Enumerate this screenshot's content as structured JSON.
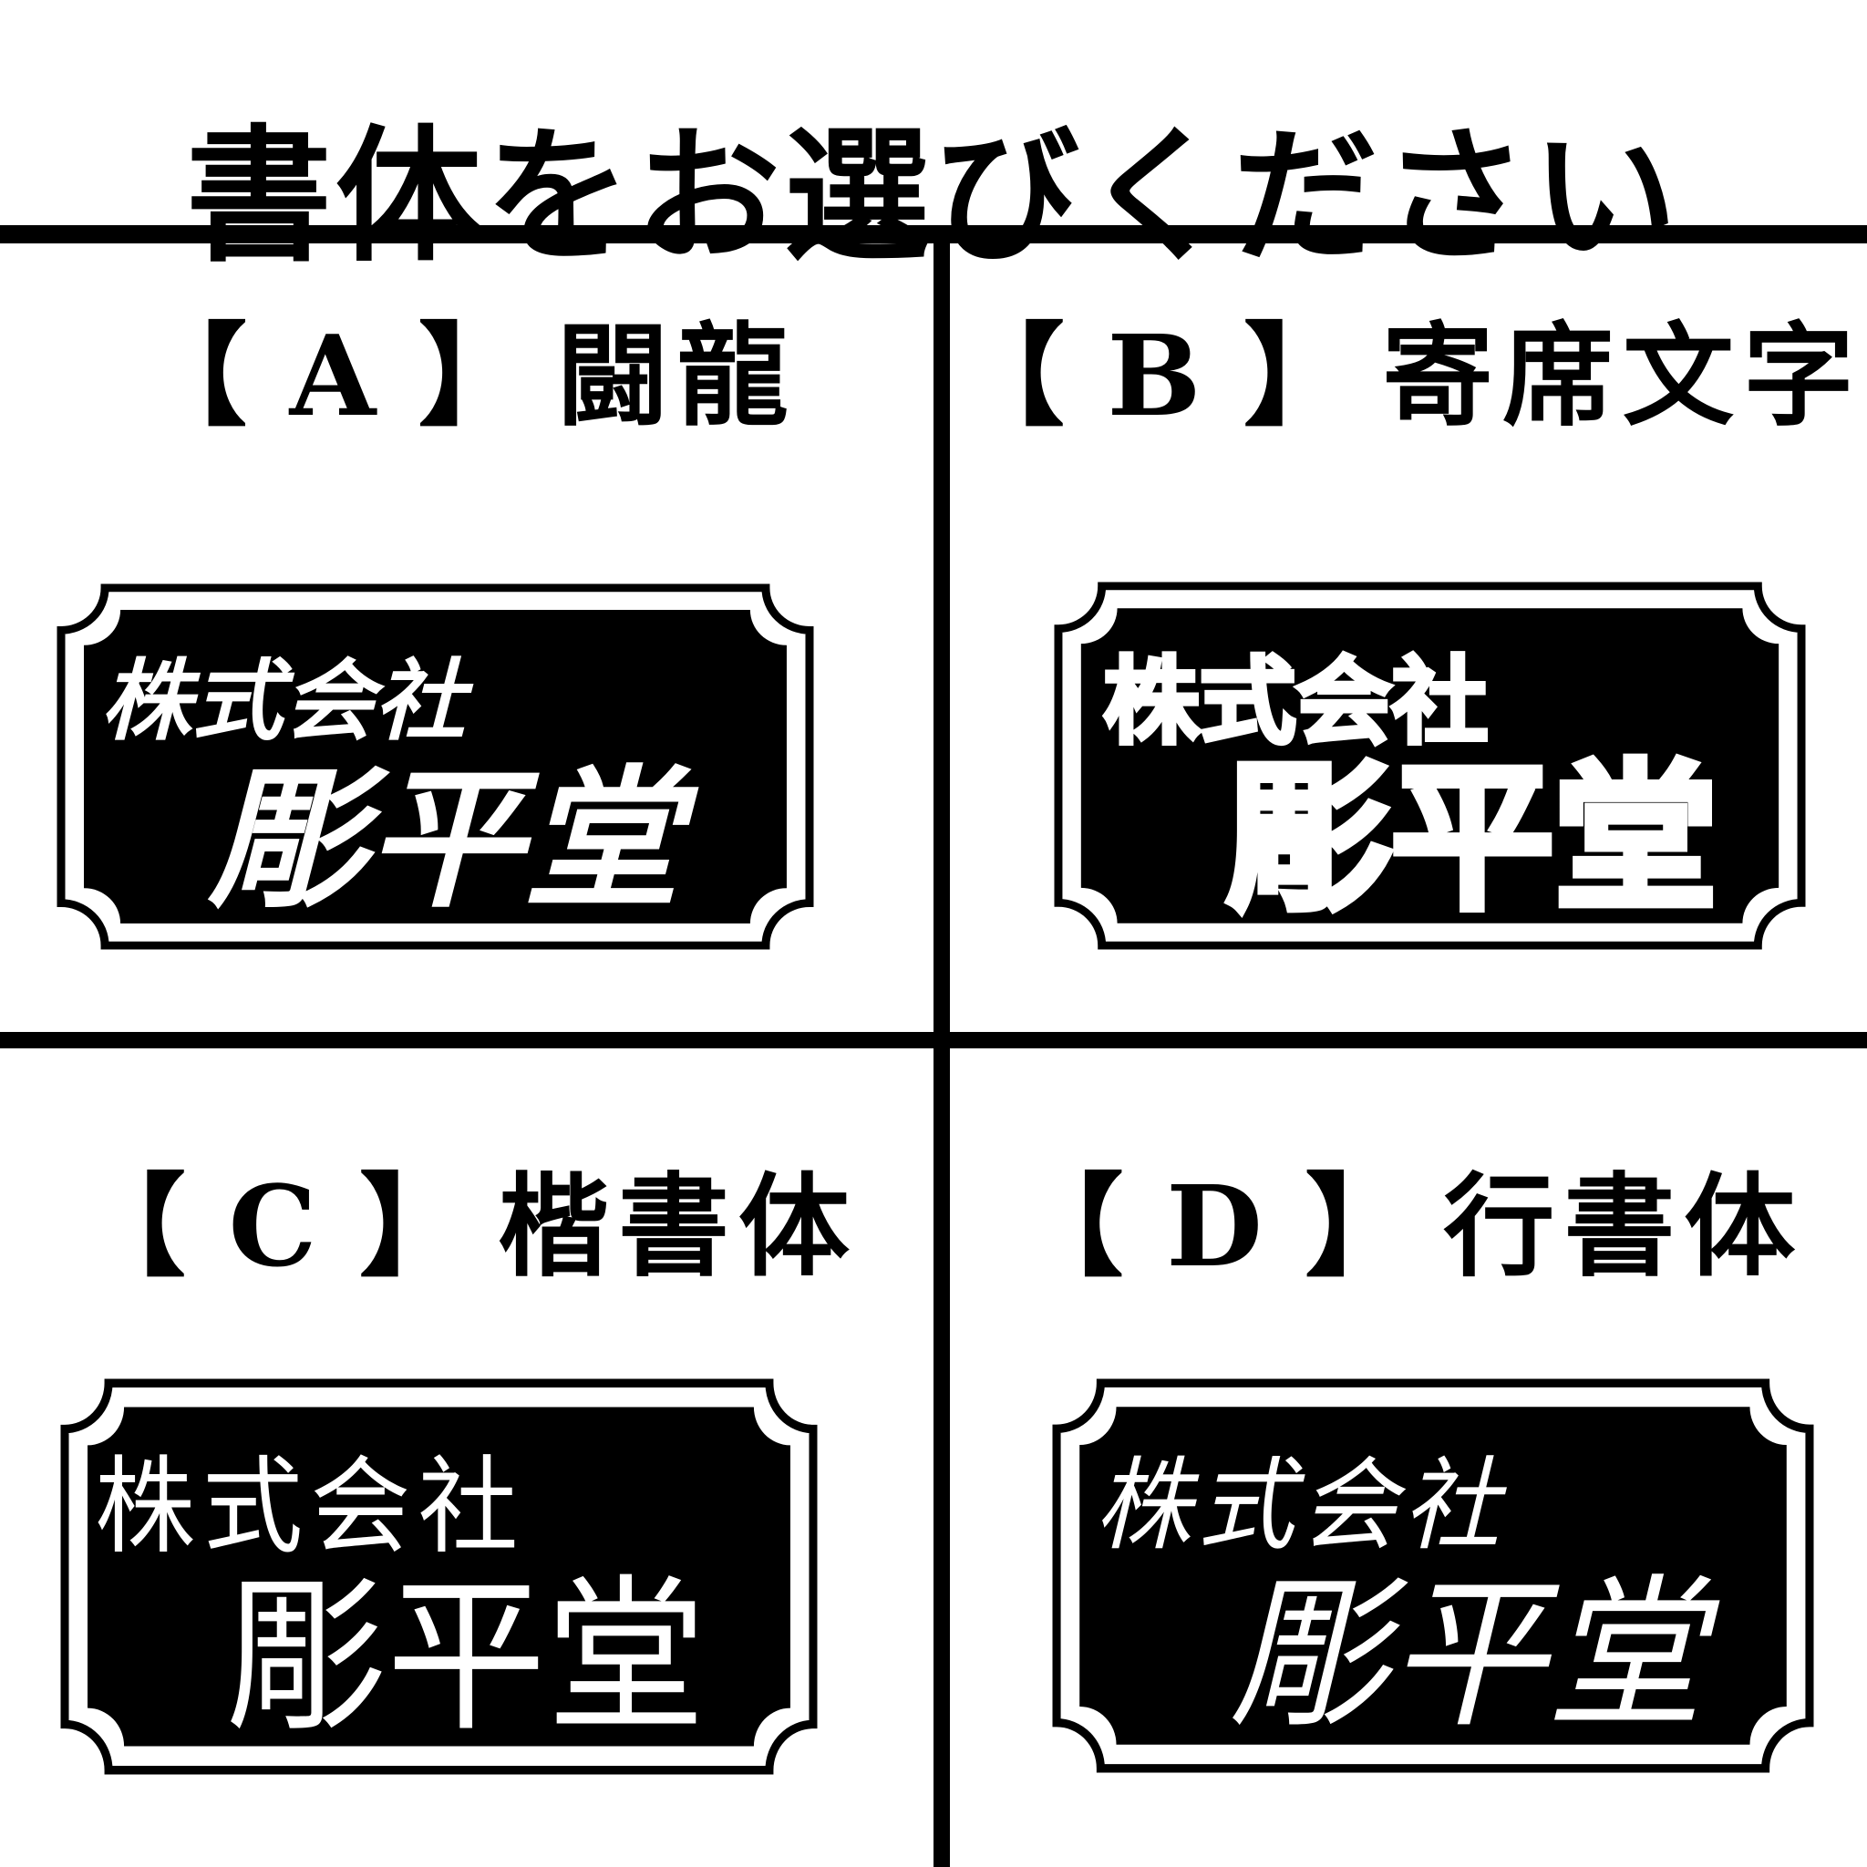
{
  "page": {
    "title": "書体をお選びください",
    "background_color": "#ffffff",
    "ink_color": "#000000"
  },
  "plaque_colors": {
    "panel": "#000000",
    "text": "#ffffff",
    "border": "#000000",
    "border_gap": "#ffffff"
  },
  "options": [
    {
      "id": "A",
      "bracket_label": "【 A 】",
      "font_name": "闘龍",
      "plaque": {
        "line1": "株式会社",
        "line2": "彫平堂"
      }
    },
    {
      "id": "B",
      "bracket_label": "【 B 】",
      "font_name": "寄席文字",
      "plaque": {
        "line1": "株式会社",
        "line2": "彫平堂"
      }
    },
    {
      "id": "C",
      "bracket_label": "【 C 】",
      "font_name": "楷書体",
      "plaque": {
        "line1": "株式会社",
        "line2": "彫平堂"
      }
    },
    {
      "id": "D",
      "bracket_label": "【 D 】",
      "font_name": "行書体",
      "plaque": {
        "line1": "株式会社",
        "line2": "彫平堂"
      }
    }
  ]
}
